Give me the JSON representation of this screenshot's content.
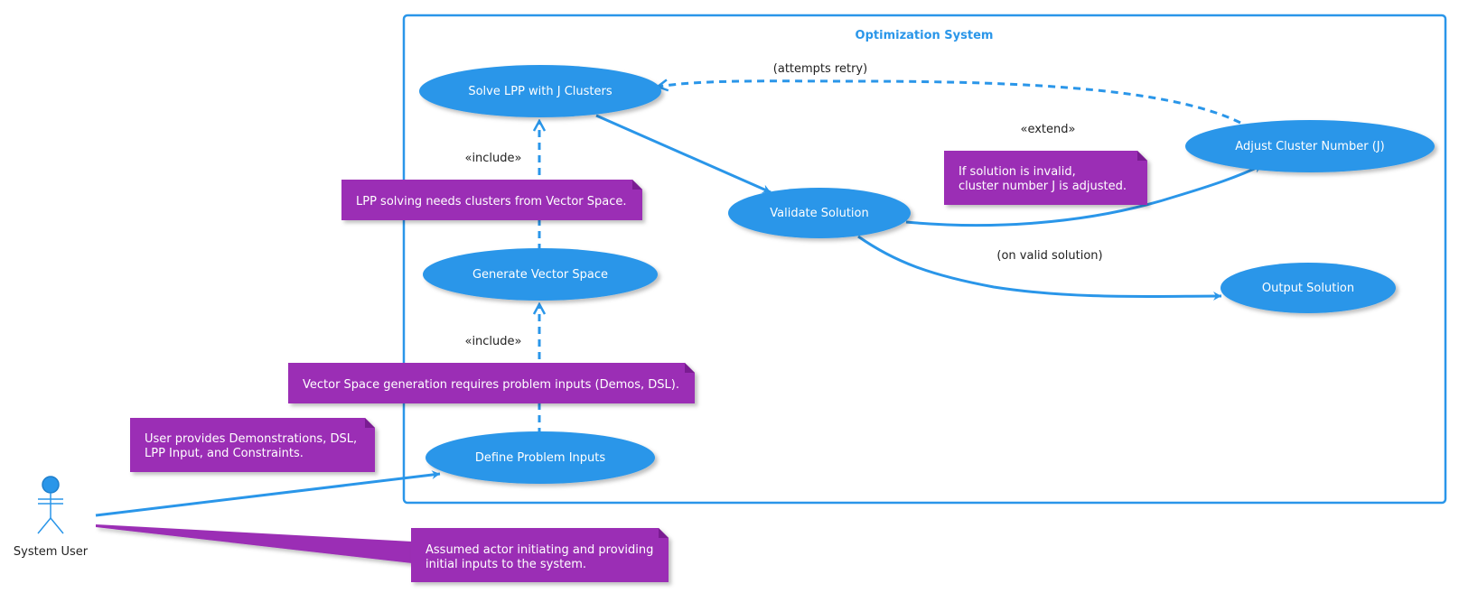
{
  "colors": {
    "accent": "#2a96e9",
    "usecase_fill": "#2a96e9",
    "note_fill": "#9b2fb5",
    "text_dark": "#222222",
    "text_light": "#ffffff"
  },
  "system": {
    "title": "Optimization System"
  },
  "actor": {
    "label": "System User",
    "icon": "stick-figure-icon"
  },
  "usecases": {
    "solve_lpp": "Solve LPP with J Clusters",
    "validate": "Validate Solution",
    "adjust": "Adjust Cluster Number (J)",
    "output": "Output Solution",
    "generate": "Generate Vector Space",
    "define": "Define Problem Inputs"
  },
  "notes": {
    "lpp_clusters": [
      "LPP solving needs clusters from Vector Space."
    ],
    "invalid": [
      "If solution is invalid,",
      "cluster number J is adjusted."
    ],
    "vector_inputs": [
      "Vector Space generation requires problem inputs (Demos, DSL)."
    ],
    "user_provides": [
      "User provides Demonstrations, DSL,",
      "LPP Input, and Constraints."
    ],
    "actor_note": [
      "Assumed actor initiating and providing",
      "initial inputs to the system."
    ]
  },
  "labels": {
    "include_top": "«include»",
    "include_bottom": "«include»",
    "extend": "«extend»",
    "attempts_retry": "(attempts retry)",
    "on_valid": "(on valid solution)"
  }
}
